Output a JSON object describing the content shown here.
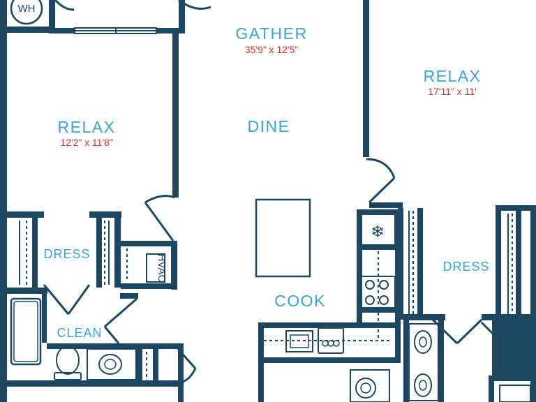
{
  "rooms": {
    "gather": {
      "label": "GATHER",
      "dim": "35'9” x 12'5”"
    },
    "relax_left": {
      "label": "RELAX",
      "dim": "12'2” x 11'8”"
    },
    "relax_right": {
      "label": "RELAX",
      "dim": "17'11” x 11'"
    },
    "dine": {
      "label": "DINE"
    },
    "cook": {
      "label": "COOK"
    },
    "dress_left": {
      "label": "DRESS"
    },
    "dress_right": {
      "label": "DRESS"
    },
    "clean": {
      "label": "CLEAN"
    }
  },
  "fixtures": {
    "water_heater": "WH",
    "hvac": "HVAC"
  },
  "colors": {
    "wall": "#1d4660",
    "room_label": "#3aa3d6",
    "dimension": "#d6322c"
  }
}
